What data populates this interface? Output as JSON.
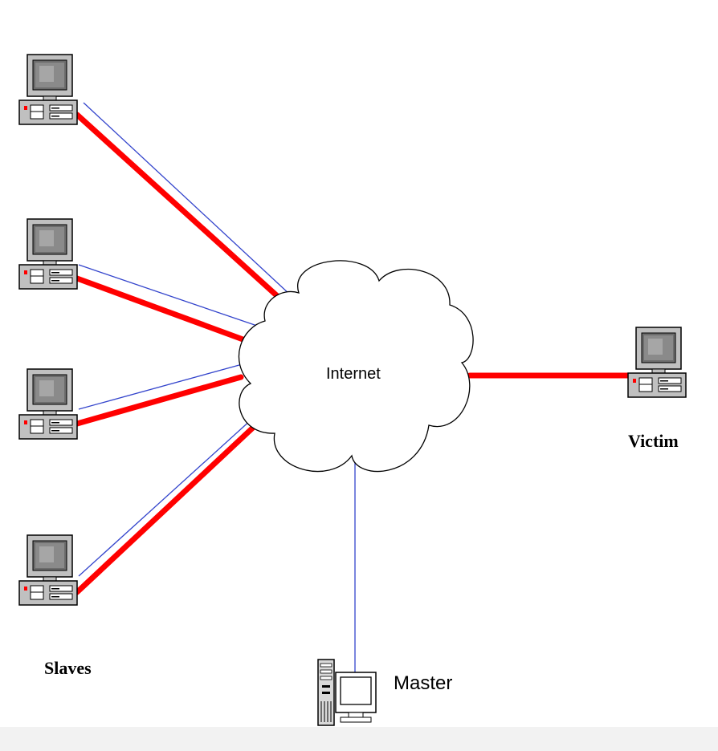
{
  "labels": {
    "cloud": "Internet",
    "victim": "Victim",
    "slaves": "Slaves",
    "master": "Master"
  },
  "colors": {
    "attack_link": "#ff0000",
    "control_link": "#3344cc",
    "outline": "#000000",
    "computer_body": "#c0c0c0",
    "screen": "#707070",
    "footer": "#f2f2f2"
  },
  "icons": {
    "slave": "desktop-computer-icon",
    "victim": "desktop-computer-icon",
    "master": "tower-computer-icon",
    "cloud": "cloud-icon"
  },
  "slave_count": 4
}
